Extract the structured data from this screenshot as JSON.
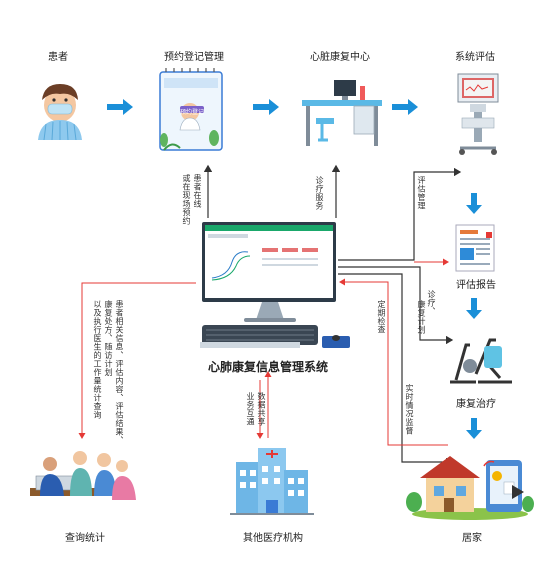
{
  "nodes": {
    "patient": "患者",
    "appointment": "预约登记管理",
    "cardiac_center": "心脏康复中心",
    "system_eval": "系统评估",
    "eval_report": "评估报告",
    "rehab_therapy": "康复治疗",
    "home": "居家",
    "other_institutions": "其他医疗机构",
    "query_stats": "查询统计"
  },
  "system_title": "心肺康复信息管理系统",
  "appointment_card_text": "预约登记",
  "edges": {
    "online_booking": [
      "患者在线",
      "或在现场预约"
    ],
    "clinic_service": "诊疗服务",
    "eval_management": "评估管理",
    "diagnosis_plan": [
      "诊疗、",
      "康复计划"
    ],
    "periodic_review": "定期检查",
    "realtime_supervision": "实时情况监督",
    "data_sharing": [
      "数据共享",
      "业务互通"
    ],
    "query_info": [
      "患者相关信息、评估内容、评估结果、",
      "康复处方、随访计划",
      "以及执行医生的工作量统计查询"
    ]
  },
  "colors": {
    "blue_arrow": "#1a8fd8",
    "red_line": "#e53935",
    "dark_line": "#333333"
  }
}
